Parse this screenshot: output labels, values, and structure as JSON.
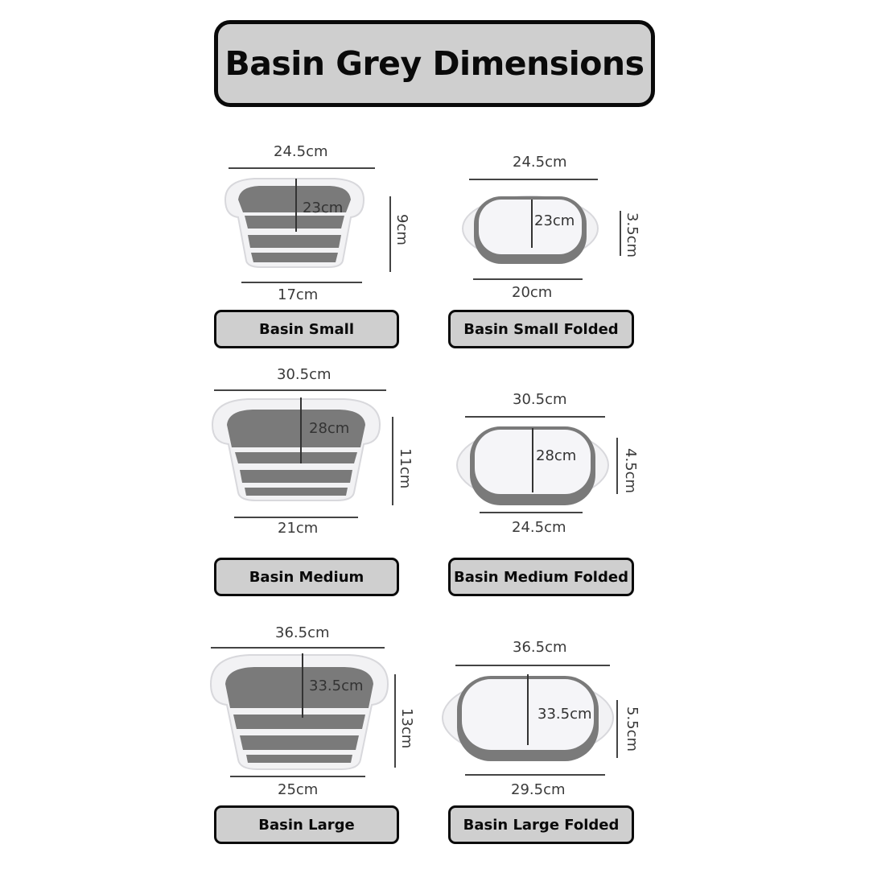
{
  "title": "Basin Grey Dimensions",
  "colors": {
    "title_fill": "#cfcfcf",
    "border": "#0a0a0a",
    "basin_grey": "#7a7a7a",
    "basin_white": "#f2f2f4"
  },
  "basins": [
    {
      "label": "Basin Small",
      "top_width": "24.5cm",
      "inner": "23cm",
      "height": "9cm",
      "bottom_width": "17cm"
    },
    {
      "label": "Basin Small Folded",
      "top_width": "24.5cm",
      "inner": "23cm",
      "height": "3.5cm",
      "bottom_width": "20cm"
    },
    {
      "label": "Basin Medium",
      "top_width": "30.5cm",
      "inner": "28cm",
      "height": "11cm",
      "bottom_width": "21cm"
    },
    {
      "label": "Basin Medium Folded",
      "top_width": "30.5cm",
      "inner": "28cm",
      "height": "4.5cm",
      "bottom_width": "24.5cm"
    },
    {
      "label": "Basin Large",
      "top_width": "36.5cm",
      "inner": "33.5cm",
      "height": "13cm",
      "bottom_width": "25cm"
    },
    {
      "label": "Basin Large Folded",
      "top_width": "36.5cm",
      "inner": "33.5cm",
      "height": "5.5cm",
      "bottom_width": "29.5cm"
    }
  ]
}
